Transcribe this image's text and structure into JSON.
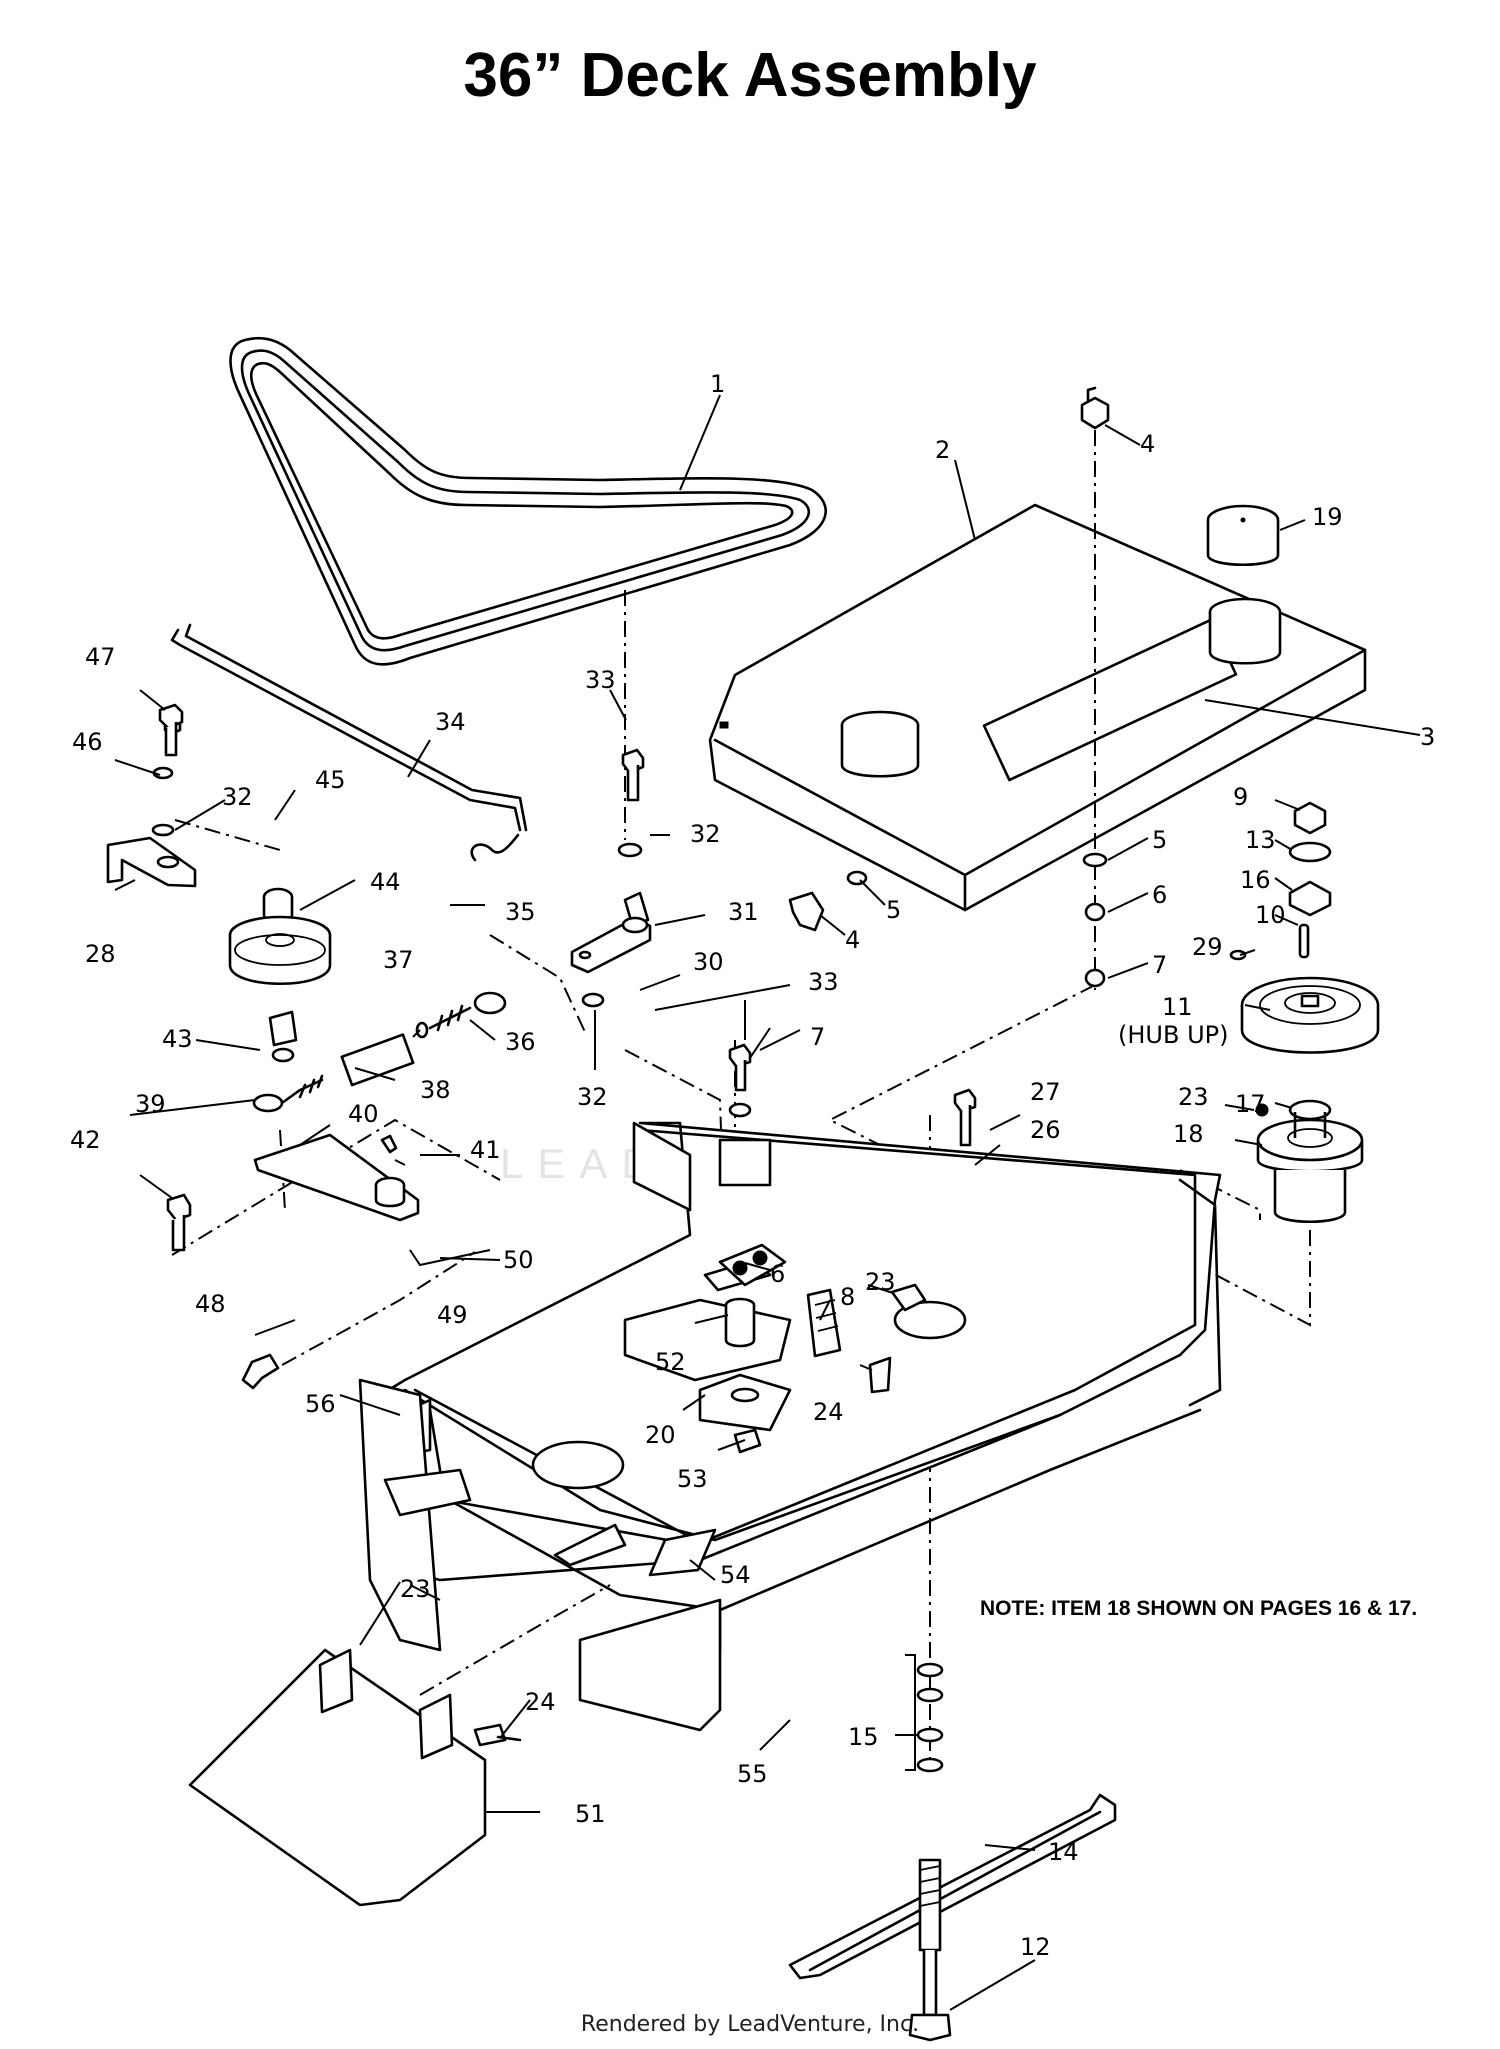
{
  "title": "36” Deck Assembly",
  "note": "NOTE: ITEM 18 SHOWN ON PAGES 16 & 17.",
  "footer": "Rendered by LeadVenture, Inc.",
  "watermark": "LEADVENTURE",
  "callouts": [
    {
      "id": "c1",
      "text": "1"
    },
    {
      "id": "c2",
      "text": "2"
    },
    {
      "id": "c3",
      "text": "3"
    },
    {
      "id": "c4a",
      "text": "4"
    },
    {
      "id": "c4b",
      "text": "4"
    },
    {
      "id": "c5a",
      "text": "5"
    },
    {
      "id": "c5b",
      "text": "5"
    },
    {
      "id": "c6a",
      "text": "6"
    },
    {
      "id": "c6b",
      "text": "6"
    },
    {
      "id": "c7a",
      "text": "7"
    },
    {
      "id": "c7b",
      "text": "7"
    },
    {
      "id": "c8",
      "text": "8"
    },
    {
      "id": "c9",
      "text": "9"
    },
    {
      "id": "c10",
      "text": "10"
    },
    {
      "id": "c11",
      "text": "11"
    },
    {
      "id": "c11b",
      "text": "(HUB UP)"
    },
    {
      "id": "c12",
      "text": "12"
    },
    {
      "id": "c13",
      "text": "13"
    },
    {
      "id": "c14",
      "text": "14"
    },
    {
      "id": "c15",
      "text": "15"
    },
    {
      "id": "c16",
      "text": "16"
    },
    {
      "id": "c17",
      "text": "17"
    },
    {
      "id": "c18",
      "text": "18"
    },
    {
      "id": "c19",
      "text": "19"
    },
    {
      "id": "c20",
      "text": "20"
    },
    {
      "id": "c23a",
      "text": "23"
    },
    {
      "id": "c23b",
      "text": "23"
    },
    {
      "id": "c23c",
      "text": "23"
    },
    {
      "id": "c24a",
      "text": "24"
    },
    {
      "id": "c24b",
      "text": "24"
    },
    {
      "id": "c26",
      "text": "26"
    },
    {
      "id": "c27",
      "text": "27"
    },
    {
      "id": "c28",
      "text": "28"
    },
    {
      "id": "c29",
      "text": "29"
    },
    {
      "id": "c30",
      "text": "30"
    },
    {
      "id": "c31",
      "text": "31"
    },
    {
      "id": "c32a",
      "text": "32"
    },
    {
      "id": "c32b",
      "text": "32"
    },
    {
      "id": "c32c",
      "text": "32"
    },
    {
      "id": "c33a",
      "text": "33"
    },
    {
      "id": "c33b",
      "text": "33"
    },
    {
      "id": "c34",
      "text": "34"
    },
    {
      "id": "c35",
      "text": "35"
    },
    {
      "id": "c36",
      "text": "36"
    },
    {
      "id": "c37",
      "text": "37"
    },
    {
      "id": "c38",
      "text": "38"
    },
    {
      "id": "c39",
      "text": "39"
    },
    {
      "id": "c40",
      "text": "40"
    },
    {
      "id": "c41",
      "text": "41"
    },
    {
      "id": "c42",
      "text": "42"
    },
    {
      "id": "c43",
      "text": "43"
    },
    {
      "id": "c44",
      "text": "44"
    },
    {
      "id": "c45",
      "text": "45"
    },
    {
      "id": "c46",
      "text": "46"
    },
    {
      "id": "c47",
      "text": "47"
    },
    {
      "id": "c48",
      "text": "48"
    },
    {
      "id": "c49",
      "text": "49"
    },
    {
      "id": "c50",
      "text": "50"
    },
    {
      "id": "c51",
      "text": "51"
    },
    {
      "id": "c52",
      "text": "52"
    },
    {
      "id": "c53",
      "text": "53"
    },
    {
      "id": "c54",
      "text": "54"
    },
    {
      "id": "c55",
      "text": "55"
    },
    {
      "id": "c56",
      "text": "56"
    }
  ]
}
